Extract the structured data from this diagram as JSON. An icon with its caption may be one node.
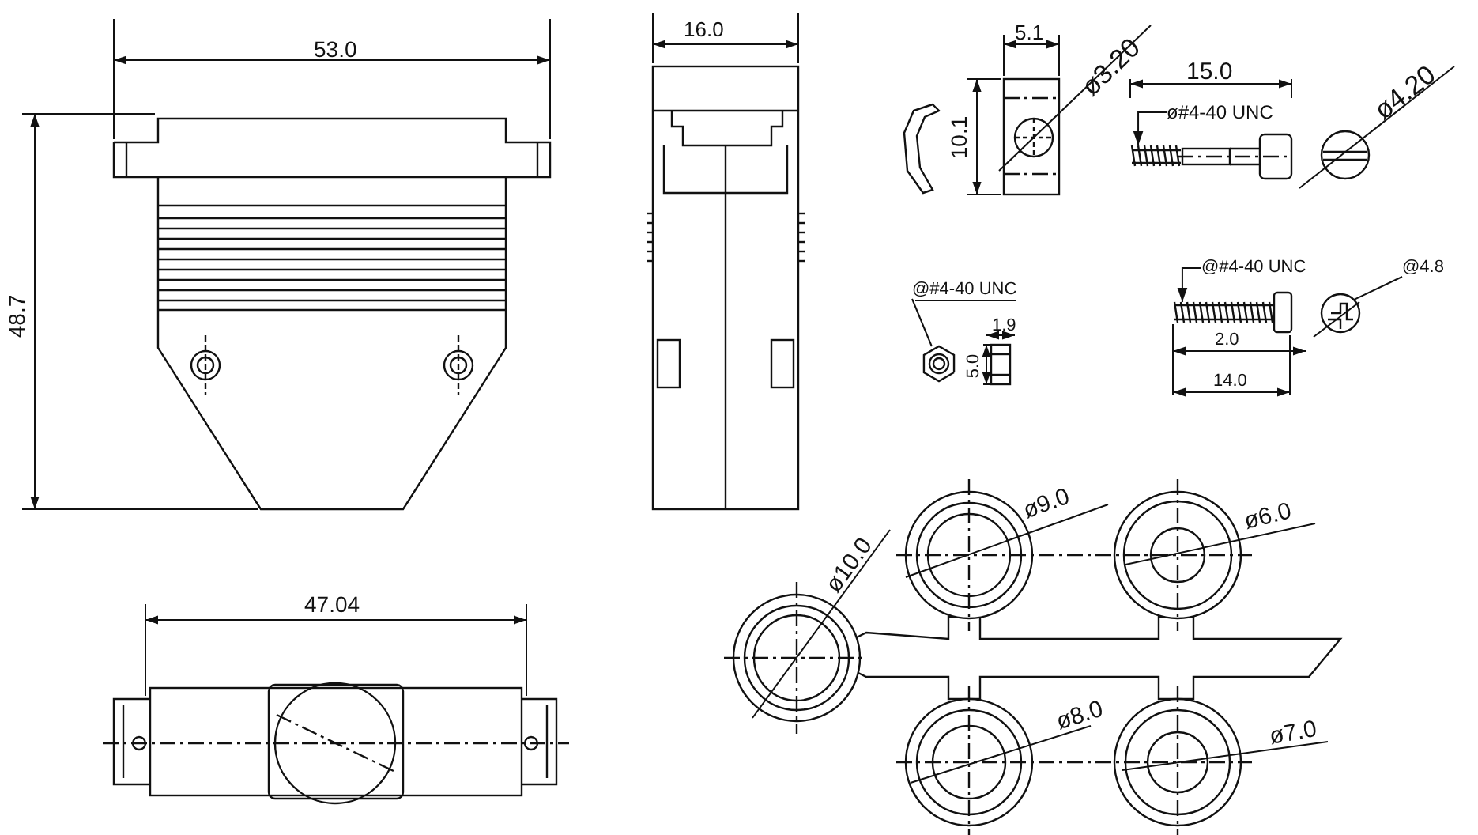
{
  "diagram": {
    "nodes": [
      {
        "text": [
          "ø#4-40 UNC"
        ]
      },
      {
        "text": [
          "@#4-40 UNC"
        ]
      },
      {
        "text": [
          "@#4-40 UNC"
        ]
      },
      {
        "text": [
          "@4.8"
        ]
      },
      {
        "text": [],
        "shape": "picture"
      },
      {
        "text": [],
        "shape": "picture"
      },
      {
        "text": [],
        "shape": "picture"
      },
      {
        "text": [],
        "shape": "picture"
      }
    ],
    "edges": [
      {
        "from": 0,
        "to": 4,
        "arrow": "to"
      },
      {
        "from": 1,
        "to": 5,
        "arrow": "none"
      },
      {
        "from": 2,
        "to": 6,
        "arrow": "to"
      },
      {
        "from": 3,
        "to": 7,
        "arrow": "none"
      }
    ],
    "labels": [
      "53.0",
      "16.0",
      "5.1",
      "ø3.20",
      "15.0",
      "10.1",
      "ø4.20",
      "48.7",
      "1.9",
      "5.0",
      "2.0",
      "14.0",
      "ø9.0",
      "ø6.0",
      "ø10.0",
      "47.04",
      "ø8.0",
      "ø7.0"
    ]
  }
}
